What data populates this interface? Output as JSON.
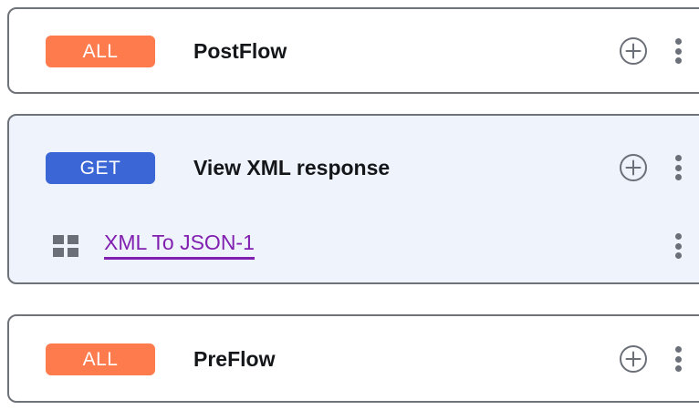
{
  "colors": {
    "badge_all": "#fd7b4d",
    "badge_get": "#3a66d6",
    "card_border": "#6e7279",
    "card_background": "#ffffff",
    "card_background_selected": "#eff3fc",
    "title_text": "#14161a",
    "policy_link": "#8120b0",
    "icon_gray": "#6b6f78"
  },
  "flows": [
    {
      "id": "postflow",
      "selected": false,
      "badge": "ALL",
      "badge_type": "all",
      "title": "PostFlow",
      "add_icon": "plus-circle-icon",
      "menu_icon": "kebab-menu-icon",
      "children": []
    },
    {
      "id": "view-xml-response",
      "selected": true,
      "badge": "GET",
      "badge_type": "get",
      "title": "View XML response",
      "add_icon": "plus-circle-icon",
      "menu_icon": "kebab-menu-icon",
      "children": [
        {
          "id": "xml-to-json-1",
          "icon": "grid-policy-icon",
          "label": "XML To JSON-1",
          "menu_icon": "kebab-menu-icon"
        }
      ]
    },
    {
      "id": "preflow",
      "selected": false,
      "badge": "ALL",
      "badge_type": "all",
      "title": "PreFlow",
      "add_icon": "plus-circle-icon",
      "menu_icon": "kebab-menu-icon",
      "children": []
    }
  ]
}
